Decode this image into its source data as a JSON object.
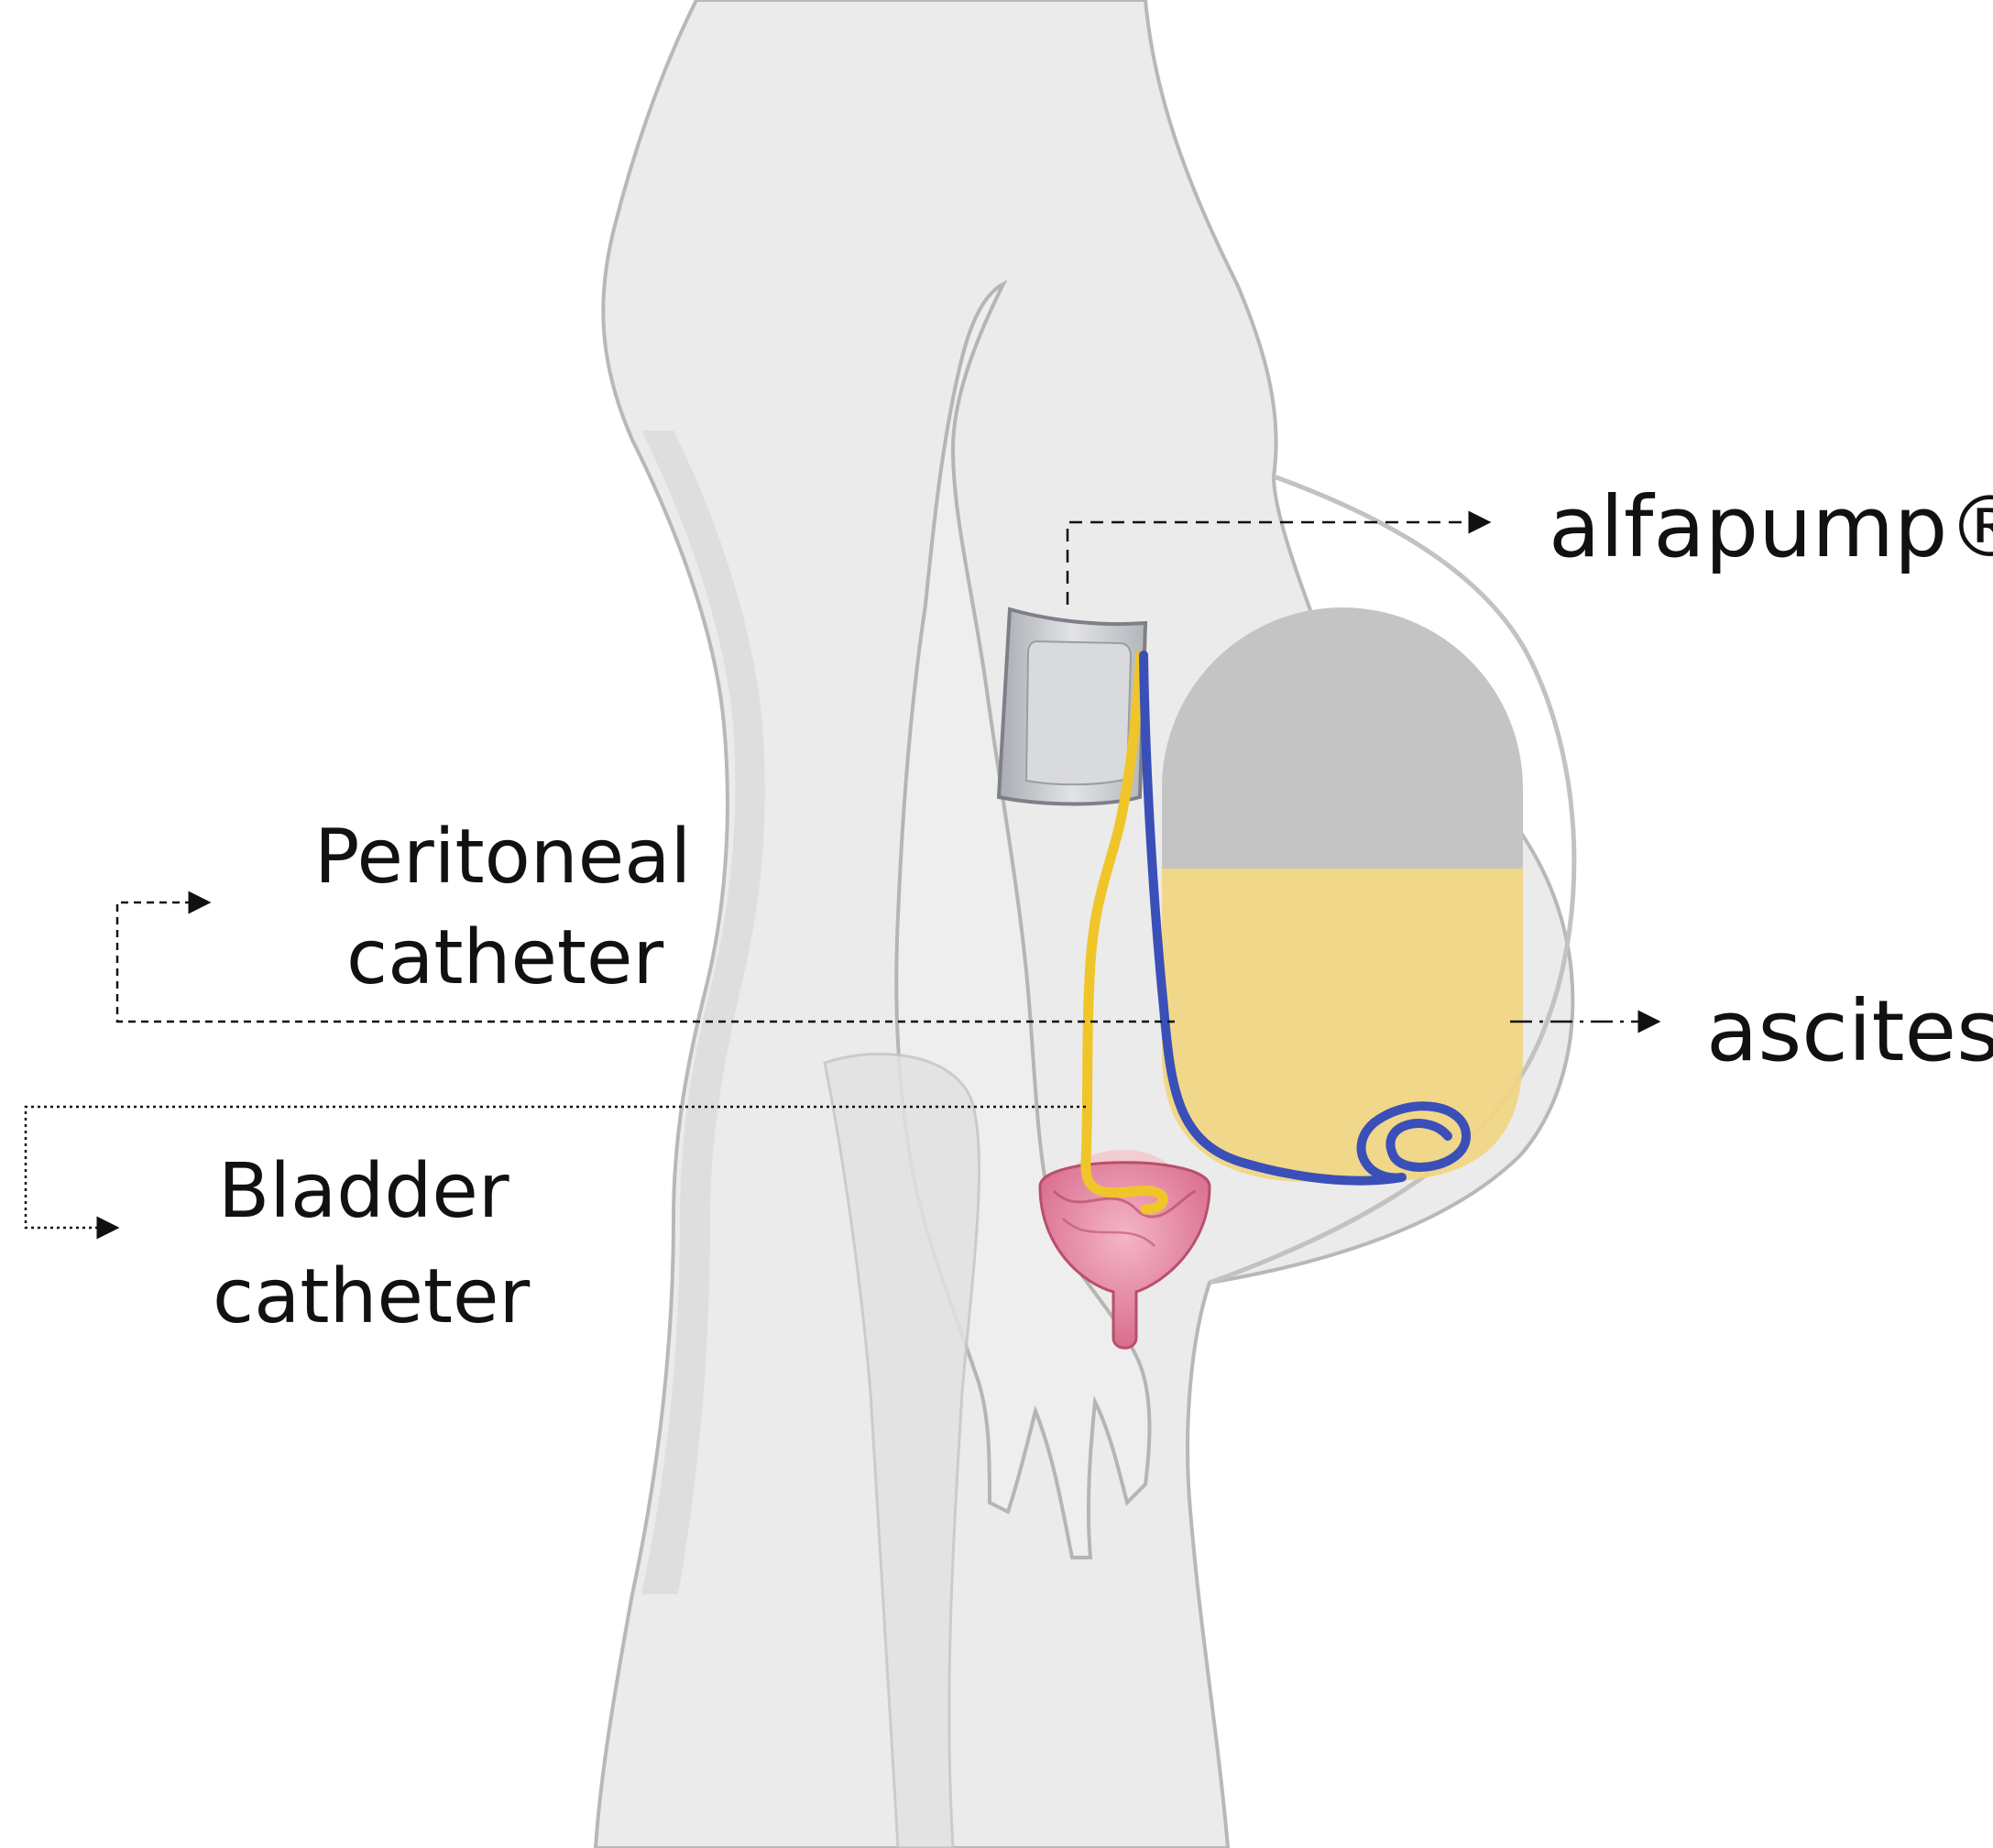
{
  "labels": {
    "alfapump": "alfapump®",
    "ascites": "ascites",
    "peritoneal_line1": "Peritoneal",
    "peritoneal_line2": "catheter",
    "bladder_line1": "Bladder",
    "bladder_line2": "catheter"
  },
  "colors": {
    "body_fill": "#ebebeb",
    "body_outline": "#b8b8b8",
    "body_shadow": "#d9d9d9",
    "ascites_fluid": "#f2d57f",
    "ascites_air": "#c4c4c4",
    "peritoneal_catheter": "#3a4fb8",
    "bladder_catheter": "#f0c52a",
    "bladder": "#e88ca6",
    "pump_body": "#c7c9cd",
    "leader_line": "#111111"
  }
}
